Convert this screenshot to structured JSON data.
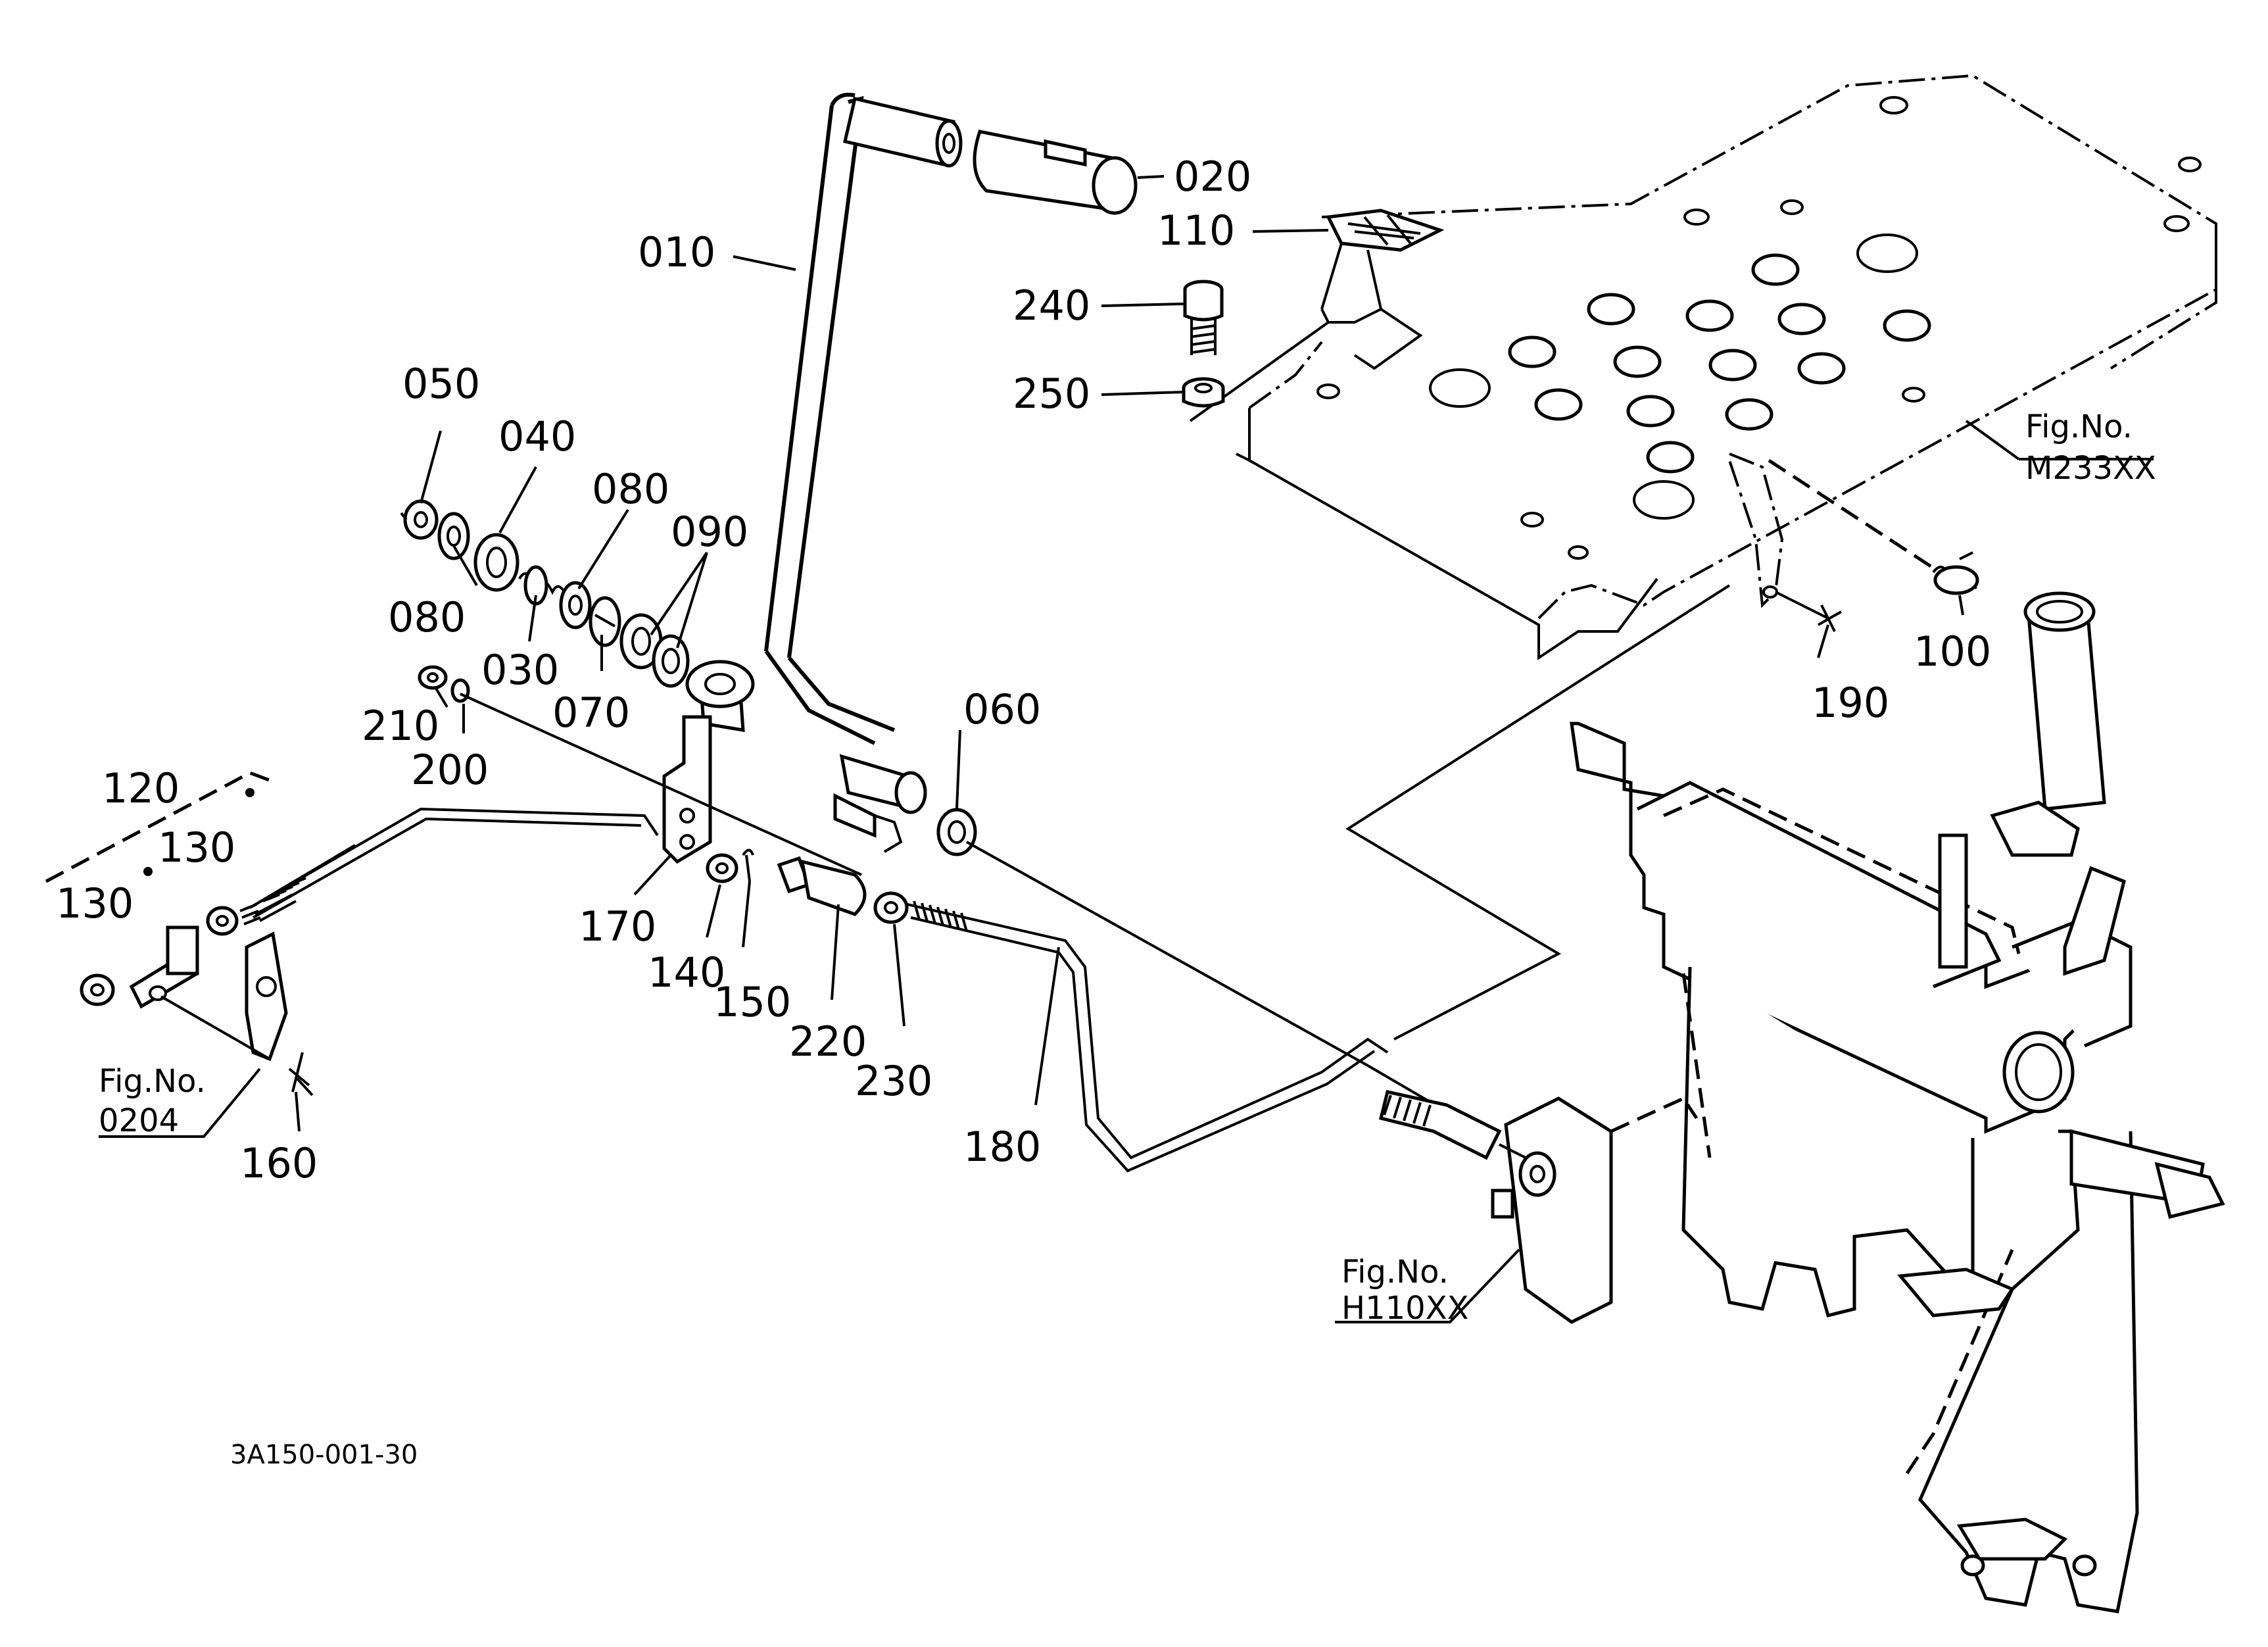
{
  "labels": {
    "p010": "010",
    "p020": "020",
    "p030": "030",
    "p040": "040",
    "p050": "050",
    "p060": "060",
    "p070": "070",
    "p080a": "080",
    "p080b": "080",
    "p090": "090",
    "p100": "100",
    "p110": "110",
    "p120": "120",
    "p130a": "130",
    "p130b": "130",
    "p140": "140",
    "p150": "150",
    "p160": "160",
    "p170": "170",
    "p180": "180",
    "p190": "190",
    "p200": "200",
    "p210": "210",
    "p220": "220",
    "p230": "230",
    "p240": "240",
    "p250": "250"
  },
  "references": {
    "m233": {
      "caption": "Fig.No.",
      "code": "M233XX"
    },
    "h110": {
      "caption": "Fig.No.",
      "code": "H110XX"
    },
    "f0204": {
      "caption": "Fig.No.",
      "code": "0204"
    }
  },
  "drawing_code": "3A150-001-30"
}
